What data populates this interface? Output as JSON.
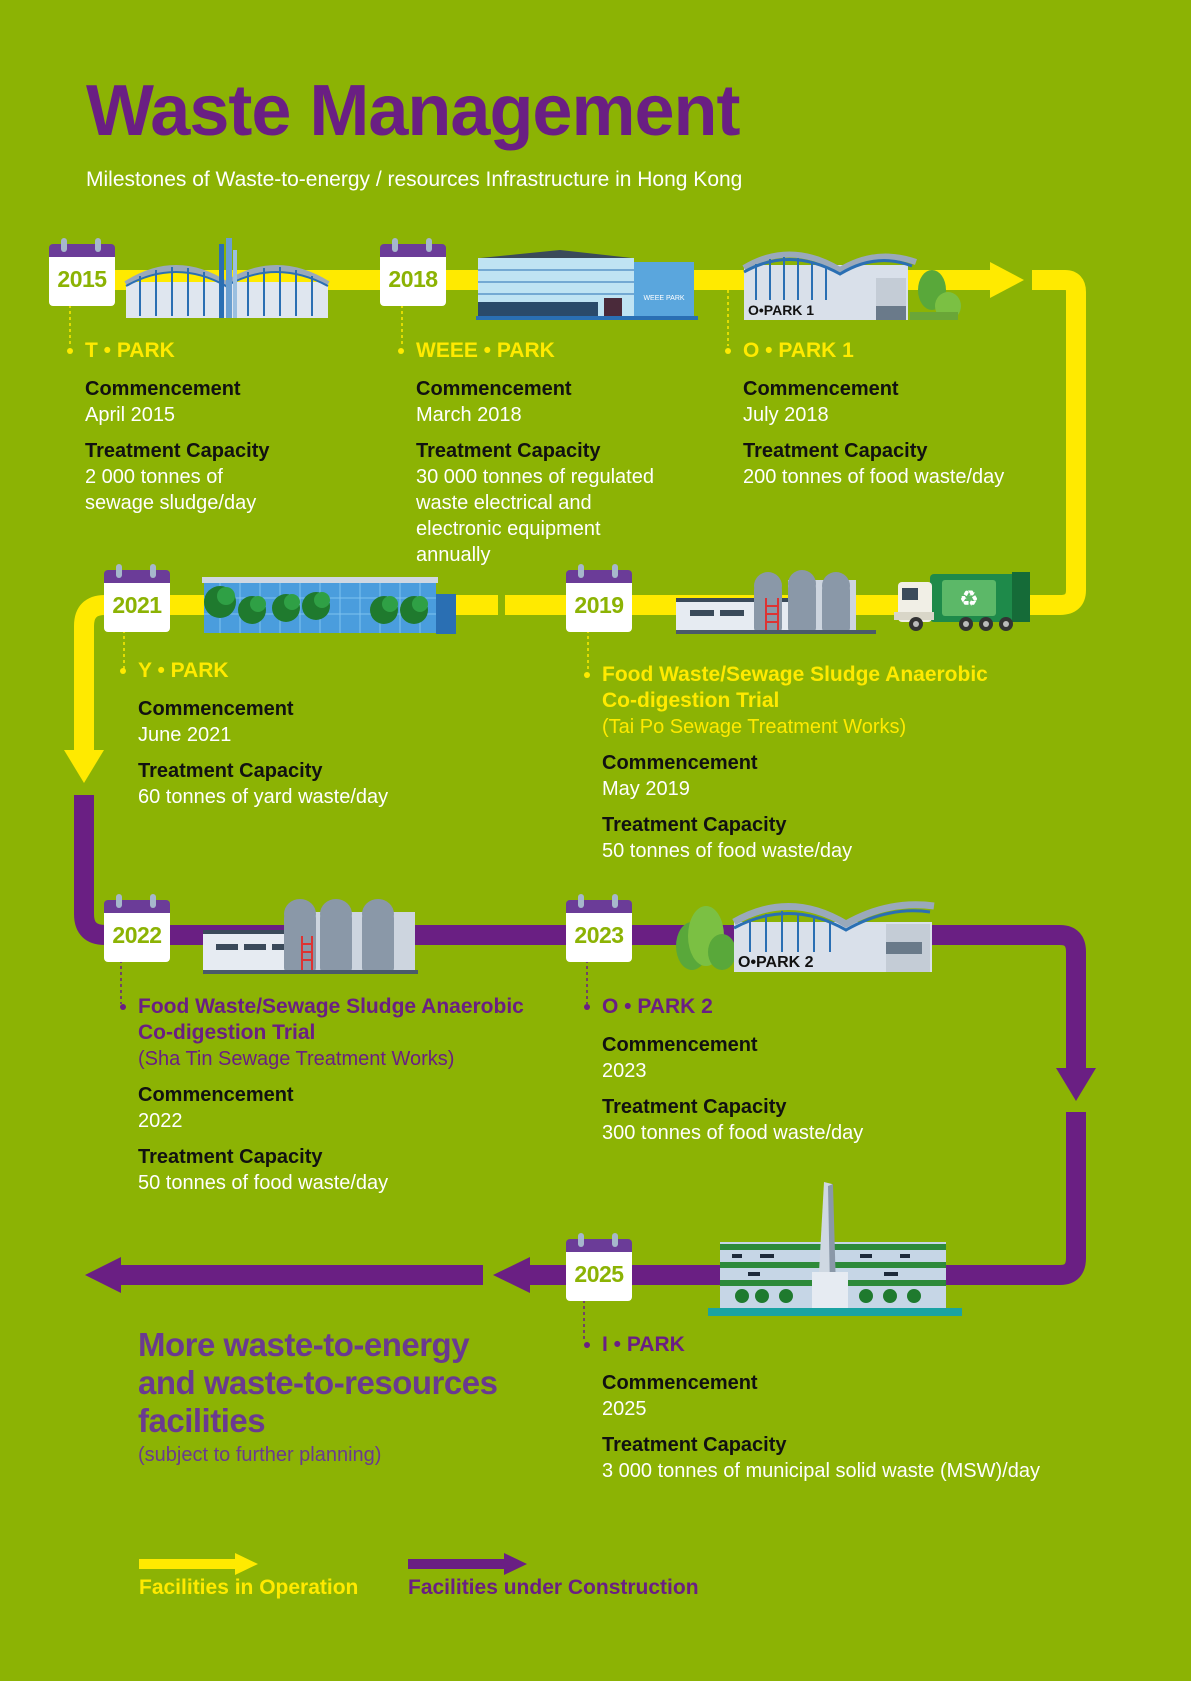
{
  "header": {
    "title": "Waste Management",
    "subtitle": "Milestones of Waste-to-energy / resources Infrastructure in Hong Kong"
  },
  "colors": {
    "background": "#8cb304",
    "operation": "#ffea00",
    "construction": "#6a1f83",
    "calendar": "#6b3c98"
  },
  "labels": {
    "commencement": "Commencement",
    "capacity": "Treatment Capacity"
  },
  "milestones": [
    {
      "year": "2015",
      "name": "T • PARK",
      "commencement": "April 2015",
      "capacity": [
        "2 000 tonnes of",
        "sewage sludge/day"
      ],
      "status": "operation"
    },
    {
      "year": "2018",
      "name": "WEEE • PARK",
      "commencement": "March 2018",
      "capacity": [
        "30 000 tonnes of regulated",
        "waste electrical and",
        "electronic equipment",
        "annually"
      ],
      "status": "operation"
    },
    {
      "year": "2018",
      "name": "O • PARK 1",
      "commencement": "July 2018",
      "capacity": [
        "200 tonnes of food waste/day"
      ],
      "status": "operation",
      "building_label": "O•PARK 1"
    },
    {
      "year": "2019",
      "name": [
        "Food Waste/Sewage Sludge Anaerobic",
        "Co-digestion Trial"
      ],
      "location": "(Tai Po Sewage Treatment Works)",
      "commencement": "May 2019",
      "capacity": [
        "50 tonnes of food waste/day"
      ],
      "status": "operation"
    },
    {
      "year": "2021",
      "name": "Y • PARK",
      "commencement": "June 2021",
      "capacity": [
        "60 tonnes of yard waste/day"
      ],
      "status": "operation"
    },
    {
      "year": "2022",
      "name": [
        "Food Waste/Sewage Sludge Anaerobic",
        "Co-digestion Trial"
      ],
      "location": "(Sha Tin Sewage Treatment Works)",
      "commencement": "2022",
      "capacity": [
        "50 tonnes of food waste/day"
      ],
      "status": "construction"
    },
    {
      "year": "2023",
      "name": "O • PARK 2",
      "commencement": "2023",
      "capacity": [
        "300 tonnes of food waste/day"
      ],
      "status": "construction",
      "building_label": "O•PARK 2"
    },
    {
      "year": "2025",
      "name": "I • PARK",
      "commencement": "2025",
      "capacity": [
        "3 000 tonnes of municipal solid waste (MSW)/day"
      ],
      "status": "construction"
    }
  ],
  "weee_sign": "WEEE PARK",
  "future": {
    "title": [
      "More waste-to-energy",
      "and waste-to-resources",
      "facilities"
    ],
    "note": "(subject to further planning)"
  },
  "legend": {
    "operation": "Facilities in Operation",
    "construction": "Facilities under Construction"
  }
}
